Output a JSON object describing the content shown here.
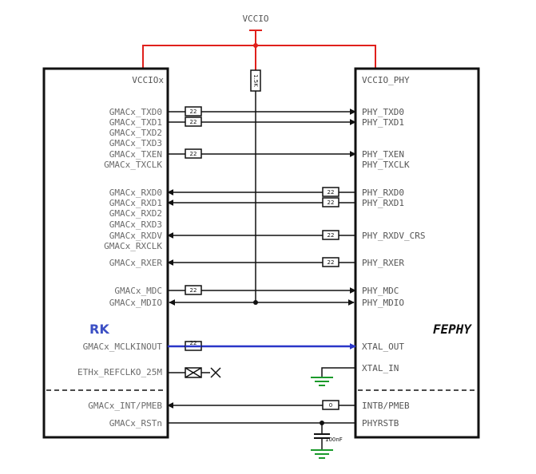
{
  "power": {
    "top_label": "VCCIO",
    "pullup_value": "1.5K"
  },
  "left_chip": {
    "name": "RK",
    "supply": "VCCIOx",
    "pins": {
      "txd0": "GMACx_TXD0",
      "txd1": "GMACx_TXD1",
      "txd2": "GMACx_TXD2",
      "txd3": "GMACx_TXD3",
      "txen": "GMACx_TXEN",
      "txclk": "GMACx_TXCLK",
      "rxd0": "GMACx_RXD0",
      "rxd1": "GMACx_RXD1",
      "rxd2": "GMACx_RXD2",
      "rxd3": "GMACx_RXD3",
      "rxdv": "GMACx_RXDV",
      "rxclk": "GMACx_RXCLK",
      "rxer": "GMACx_RXER",
      "mdc": "GMACx_MDC",
      "mdio": "GMACx_MDIO",
      "mclk": "GMACx_MCLKINOUT",
      "refclk": "ETHx_REFCLKO_25M",
      "int": "GMACx_INT/PMEB",
      "rst": "GMACx_RSTn"
    }
  },
  "right_chip": {
    "name": "FEPHY",
    "supply": "VCCIO_PHY",
    "pins": {
      "txd0": "PHY_TXD0",
      "txd1": "PHY_TXD1",
      "txen": "PHY_TXEN",
      "txclk": "PHY_TXCLK",
      "rxd0": "PHY_RXD0",
      "rxd1": "PHY_RXD1",
      "rxdv": "PHY_RXDV_CRS",
      "rxer": "PHY_RXER",
      "mdc": "PHY_MDC",
      "mdio": "PHY_MDIO",
      "xtal_out": "XTAL_OUT",
      "xtal_in": "XTAL_IN",
      "intb": "INTB/PMEB",
      "rstb": "PHYRSTB"
    }
  },
  "resistors": {
    "txd0": "22",
    "txd1": "22",
    "txen": "22",
    "rxd0": "22",
    "rxd1": "22",
    "rxdv": "22",
    "rxer": "22",
    "mdc": "22",
    "mclk": "22",
    "int": "0"
  },
  "capacitor": {
    "value": "100nF"
  },
  "colors": {
    "power": "#e0201c",
    "clock": "#2a36c8",
    "ground": "#1a9a2a",
    "line": "#111111"
  }
}
